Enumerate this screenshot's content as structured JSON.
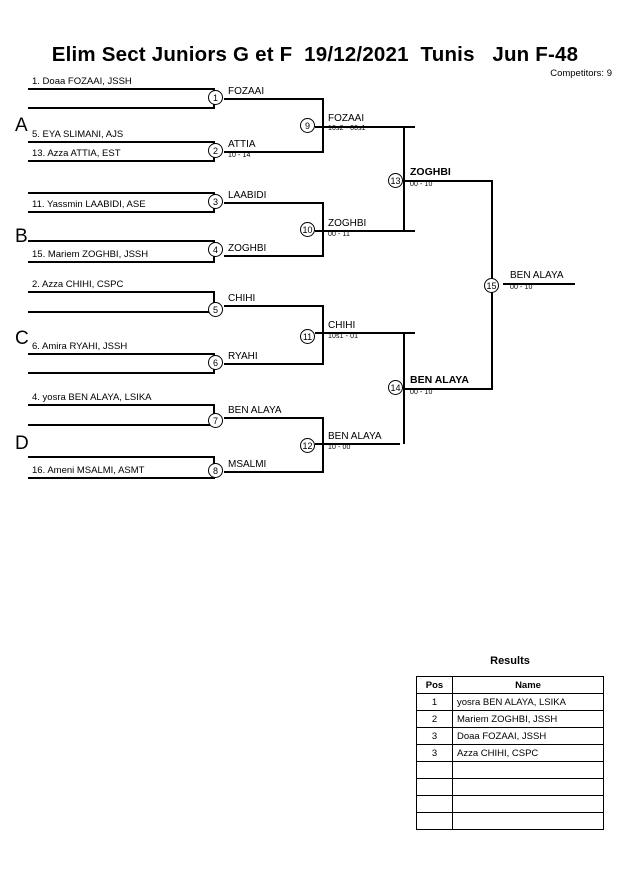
{
  "header": {
    "title": "Elim Sect Juniors G et F  19/12/2021  Tunis   Jun F-48",
    "competitors": "Competitors: 9"
  },
  "groups": [
    {
      "label": "A"
    },
    {
      "label": "B"
    },
    {
      "label": "C"
    },
    {
      "label": "D"
    }
  ],
  "entrants": [
    {
      "text": "1. Doaa FOZAAI, JSSH"
    },
    {
      "text": "5. EYA SLIMANI, AJS"
    },
    {
      "text": "13. Azza ATTIA, EST"
    },
    {
      "text": "11. Yassmin LAABIDI, ASE"
    },
    {
      "text": "15. Mariem ZOGHBI, JSSH"
    },
    {
      "text": "2. Azza CHIHI, CSPC"
    },
    {
      "text": "6. Amira RYAHI, JSSH"
    },
    {
      "text": "4. yosra BEN ALAYA, LSIKA"
    },
    {
      "text": "16. Ameni MSALMI, ASMT"
    }
  ],
  "matches": [
    {
      "num": "1",
      "winner": "FOZAAI",
      "score": ""
    },
    {
      "num": "2",
      "winner": "ATTIA",
      "score": "10 - 14"
    },
    {
      "num": "3",
      "winner": "LAABIDI",
      "score": ""
    },
    {
      "num": "4",
      "winner": "ZOGHBI",
      "score": ""
    },
    {
      "num": "5",
      "winner": "CHIHI",
      "score": ""
    },
    {
      "num": "6",
      "winner": "RYAHI",
      "score": ""
    },
    {
      "num": "7",
      "winner": "BEN ALAYA",
      "score": ""
    },
    {
      "num": "8",
      "winner": "MSALMI",
      "score": ""
    },
    {
      "num": "9",
      "winner": "FOZAAI",
      "score": "10s2 - 00s1"
    },
    {
      "num": "10",
      "winner": "ZOGHBI",
      "score": "00 - 11"
    },
    {
      "num": "11",
      "winner": "CHIHI",
      "score": "10s1 - 01"
    },
    {
      "num": "12",
      "winner": "BEN ALAYA",
      "score": "10 - 00"
    },
    {
      "num": "13",
      "winner": "ZOGHBI",
      "score": "00 - 10"
    },
    {
      "num": "14",
      "winner": "BEN ALAYA",
      "score": "00 - 10"
    },
    {
      "num": "15",
      "winner": "BEN ALAYA",
      "score": "00 - 10"
    }
  ],
  "results": {
    "title": "Results",
    "columns": [
      "Pos",
      "Name"
    ],
    "rows": [
      {
        "pos": "1",
        "name": "yosra BEN ALAYA, LSIKA"
      },
      {
        "pos": "2",
        "name": "Mariem ZOGHBI, JSSH"
      },
      {
        "pos": "3",
        "name": "Doaa FOZAAI, JSSH"
      },
      {
        "pos": "3",
        "name": "Azza CHIHI, CSPC"
      },
      {
        "pos": "",
        "name": ""
      },
      {
        "pos": "",
        "name": ""
      },
      {
        "pos": "",
        "name": ""
      },
      {
        "pos": "",
        "name": ""
      }
    ]
  }
}
